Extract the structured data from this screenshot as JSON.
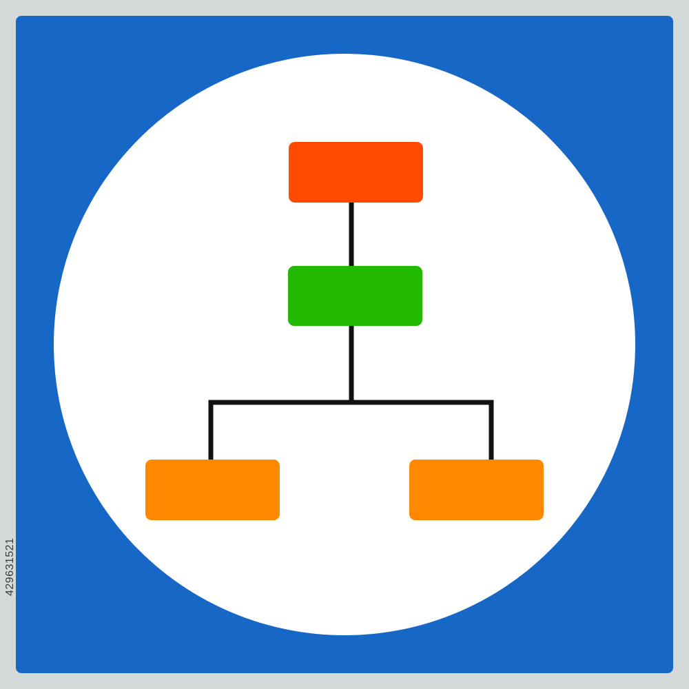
{
  "colors": {
    "border": "#d4dada",
    "panel": "#1667c6",
    "circle": "#ffffff",
    "connector": "#111111",
    "top_node": "#ff4a00",
    "middle_node": "#21ba00",
    "left_child_node": "#ff8800",
    "right_child_node": "#ff8800"
  },
  "diagram": {
    "type": "hierarchy",
    "nodes": [
      {
        "id": "top",
        "level": 1,
        "color": "#ff4a00"
      },
      {
        "id": "middle",
        "level": 2,
        "color": "#21ba00"
      },
      {
        "id": "left-child",
        "level": 3,
        "color": "#ff8800"
      },
      {
        "id": "right-child",
        "level": 3,
        "color": "#ff8800"
      }
    ],
    "edges": [
      {
        "from": "top",
        "to": "middle"
      },
      {
        "from": "middle",
        "to": "left-child"
      },
      {
        "from": "middle",
        "to": "right-child"
      }
    ]
  },
  "watermark": {
    "stock_id": "429631521"
  }
}
